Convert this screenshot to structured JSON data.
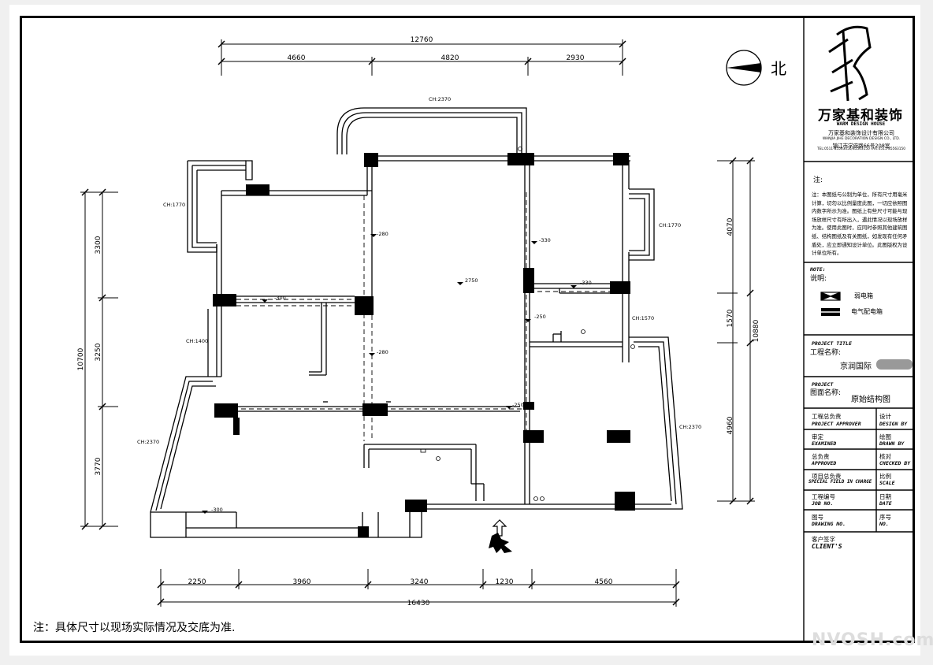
{
  "dimensions": {
    "top_total": "12760",
    "top_segments": [
      "4660",
      "4820",
      "2930"
    ],
    "bottom_total": "16430",
    "bottom_segments": [
      "2250",
      "3960",
      "3240",
      "1230",
      "4560"
    ],
    "left_total": "10700",
    "left_segments": [
      "3300",
      "3250",
      "3770"
    ],
    "right_total": "10880",
    "right_segments": [
      "4070",
      "1570",
      "4960"
    ]
  },
  "ceiling_heights": {
    "top_center": "CH:2370",
    "left_top": "CH:1770",
    "right_top": "CH:1770",
    "left_mid": "CH:1400",
    "right_mid": "CH:1570",
    "left_bottom": "CH:2370",
    "right_bottom": "CH:2370"
  },
  "level_marks": {
    "l1": "-280",
    "l2": "-330",
    "l3": "2750",
    "l4": "-330",
    "l5": "-300",
    "l6": "-250",
    "l7": "-280",
    "l8": "-250",
    "l9": "-300"
  },
  "compass": {
    "label": "北"
  },
  "company": {
    "name_cn": "万家基和装饰",
    "name_en": "WARM DESIGN HOUSE",
    "full_name": "万家基和装饰设计有限公司",
    "full_name_en": "WANJIA JIHE DECORATION DESIGN CO., LTD.",
    "address": "镇江市学府路66号208室",
    "phone": "TEL:0511-85563050/85563150   FAX:0511-85563150"
  },
  "notes": {
    "title": "注:",
    "text": "注：本图纸与公制为单位，所有尺寸用毫米计算，切勿以比例量度此图，一切应依照图内数字所示为准。图纸上有些尺寸可能与现场放样尺寸有所出入，遇此情况以现场放样为准。使用此图时，应同时参照其他建筑图纸、结构图纸及有关图纸，如发现有任何矛盾处，应立即通知设计单位。此图版权为设计单位所有。"
  },
  "legend": {
    "note_en": "NOTE:",
    "title": "说明:",
    "item1": "弱电箱",
    "item2": "电气配电箱"
  },
  "project": {
    "title_en": "PROJECT TITLE",
    "title_cn": "工程名称:",
    "name": "京润国际",
    "drawing_en": "PROJECT",
    "drawing_cn": "图面名称:",
    "drawing_name": "原始结构图"
  },
  "fields": [
    {
      "cn": "工程总负责",
      "en": "PROJECT APPROVER"
    },
    {
      "cn": "设计",
      "en": "DESIGN BY"
    },
    {
      "cn": "审定",
      "en": "EXAMINED"
    },
    {
      "cn": "绘图",
      "en": "DRAWN BY"
    },
    {
      "cn": "总负责",
      "en": "APPROVED"
    },
    {
      "cn": "核对",
      "en": "CHECKED BY"
    },
    {
      "cn": "项目总负责",
      "en": "SPECIAL FIELD IN CHARGE"
    },
    {
      "cn": "比例",
      "en": "SCALE"
    },
    {
      "cn": "工程编号",
      "en": "JOB NO."
    },
    {
      "cn": "日期",
      "en": "DATE"
    },
    {
      "cn": "图号",
      "en": "DRAWING NO."
    },
    {
      "cn": "序号",
      "en": "NO."
    },
    {
      "cn": "客户签字",
      "en": "CLIENT'S"
    }
  ],
  "bottom_note": "注：具体尺寸以现场实际情况及交底为准.",
  "watermark": "NVOSH.com",
  "colors": {
    "line": "#000000",
    "background": "#ffffff",
    "page": "#f0f0f0"
  }
}
